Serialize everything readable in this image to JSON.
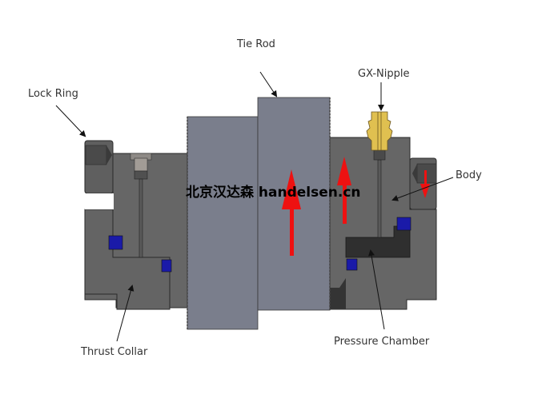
{
  "diagram": {
    "title": "Hydraulic nut / tensioner cross-section",
    "labels": {
      "tie_rod": "Tie Rod",
      "gx_nipple": "GX-Nipple",
      "lock_ring": "Lock Ring",
      "body": "Body",
      "thrust_collar": "Thrust Collar",
      "pressure_chamber": "Pressure Chamber"
    },
    "watermark": "北京汉达森 handelsen.cn",
    "colors": {
      "steel_dark": "#5a5a5a",
      "steel_mid": "#676767",
      "rod": "#7a7e8c",
      "chamber": "#2f2f2f",
      "seal": "#1a1aa8",
      "nipple": "#e0c050",
      "arrow": "#ee1111",
      "outline": "#2a2a2a"
    },
    "force_arrows": [
      {
        "name": "tie-rod-up",
        "direction": "up"
      },
      {
        "name": "body-up",
        "direction": "up"
      },
      {
        "name": "lock-ring-down",
        "direction": "down"
      }
    ]
  }
}
